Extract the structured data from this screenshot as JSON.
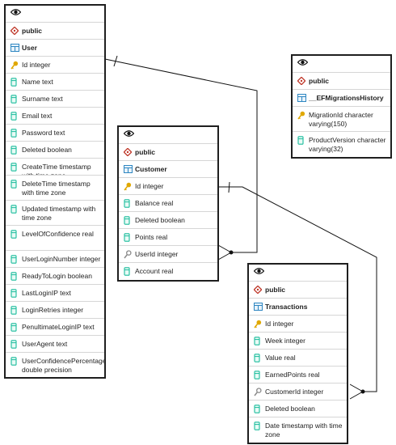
{
  "tables": [
    {
      "id": "user",
      "schema": "public",
      "name": "User",
      "columns": [
        {
          "text": "Id integer",
          "icon": "primary-key-icon"
        },
        {
          "text": "Name text",
          "icon": "column-icon"
        },
        {
          "text": "Surname text",
          "icon": "column-icon"
        },
        {
          "text": "Email text",
          "icon": "column-icon"
        },
        {
          "text": "Password text",
          "icon": "column-icon"
        },
        {
          "text": "Deleted boolean",
          "icon": "column-icon"
        },
        {
          "text": "CreateTime timestamp with time zone",
          "icon": "column-icon"
        },
        {
          "text": "DeleteTime timestamp with time zone",
          "icon": "column-icon"
        },
        {
          "text": "Updated timestamp with time zone",
          "icon": "column-icon"
        },
        {
          "text": "LevelOfConfidence real",
          "icon": "column-icon"
        },
        {
          "text": "UserLoginNumber integer",
          "icon": "column-icon"
        },
        {
          "text": "ReadyToLogin boolean",
          "icon": "column-icon"
        },
        {
          "text": "LastLoginIP text",
          "icon": "column-icon"
        },
        {
          "text": "LoginRetries integer",
          "icon": "column-icon"
        },
        {
          "text": "PenultimateLoginIP text",
          "icon": "column-icon"
        },
        {
          "text": "UserAgent text",
          "icon": "column-icon"
        },
        {
          "text": "UserConfidencePercentage double precision",
          "icon": "column-icon"
        }
      ]
    },
    {
      "id": "customer",
      "schema": "public",
      "name": "Customer",
      "columns": [
        {
          "text": "Id integer",
          "icon": "primary-key-icon"
        },
        {
          "text": "Balance real",
          "icon": "column-icon"
        },
        {
          "text": "Deleted boolean",
          "icon": "column-icon"
        },
        {
          "text": "Points real",
          "icon": "column-icon"
        },
        {
          "text": "UserId integer",
          "icon": "foreign-key-icon"
        },
        {
          "text": "Account real",
          "icon": "column-icon"
        }
      ]
    },
    {
      "id": "ef-migrations",
      "schema": "public",
      "name": "__EFMigrationsHistory",
      "columns": [
        {
          "text": "MigrationId character varying(150)",
          "icon": "primary-key-icon"
        },
        {
          "text": "ProductVersion character varying(32)",
          "icon": "column-icon"
        }
      ]
    },
    {
      "id": "transactions",
      "schema": "public",
      "name": "Transactions",
      "columns": [
        {
          "text": "Id integer",
          "icon": "primary-key-icon"
        },
        {
          "text": "Week integer",
          "icon": "column-icon"
        },
        {
          "text": "Value real",
          "icon": "column-icon"
        },
        {
          "text": "EarnedPoints real",
          "icon": "column-icon"
        },
        {
          "text": "CustomerId integer",
          "icon": "foreign-key-icon"
        },
        {
          "text": "Deleted boolean",
          "icon": "column-icon"
        },
        {
          "text": "Date timestamp with time zone",
          "icon": "column-icon"
        }
      ]
    }
  ],
  "relations": [
    {
      "from": "customer.UserId",
      "to": "user.Id",
      "cardinality": "many-to-one"
    },
    {
      "from": "transactions.CustomerId",
      "to": "customer.Id",
      "cardinality": "many-to-one"
    }
  ],
  "colors": {
    "border": "#1f1f1f",
    "schema_icon": "#c0392b",
    "table_icon": "#2e86c1",
    "key_icon": "#e0a800",
    "column_icon": "#1abc9c",
    "fk_icon": "#8a8a8a"
  }
}
